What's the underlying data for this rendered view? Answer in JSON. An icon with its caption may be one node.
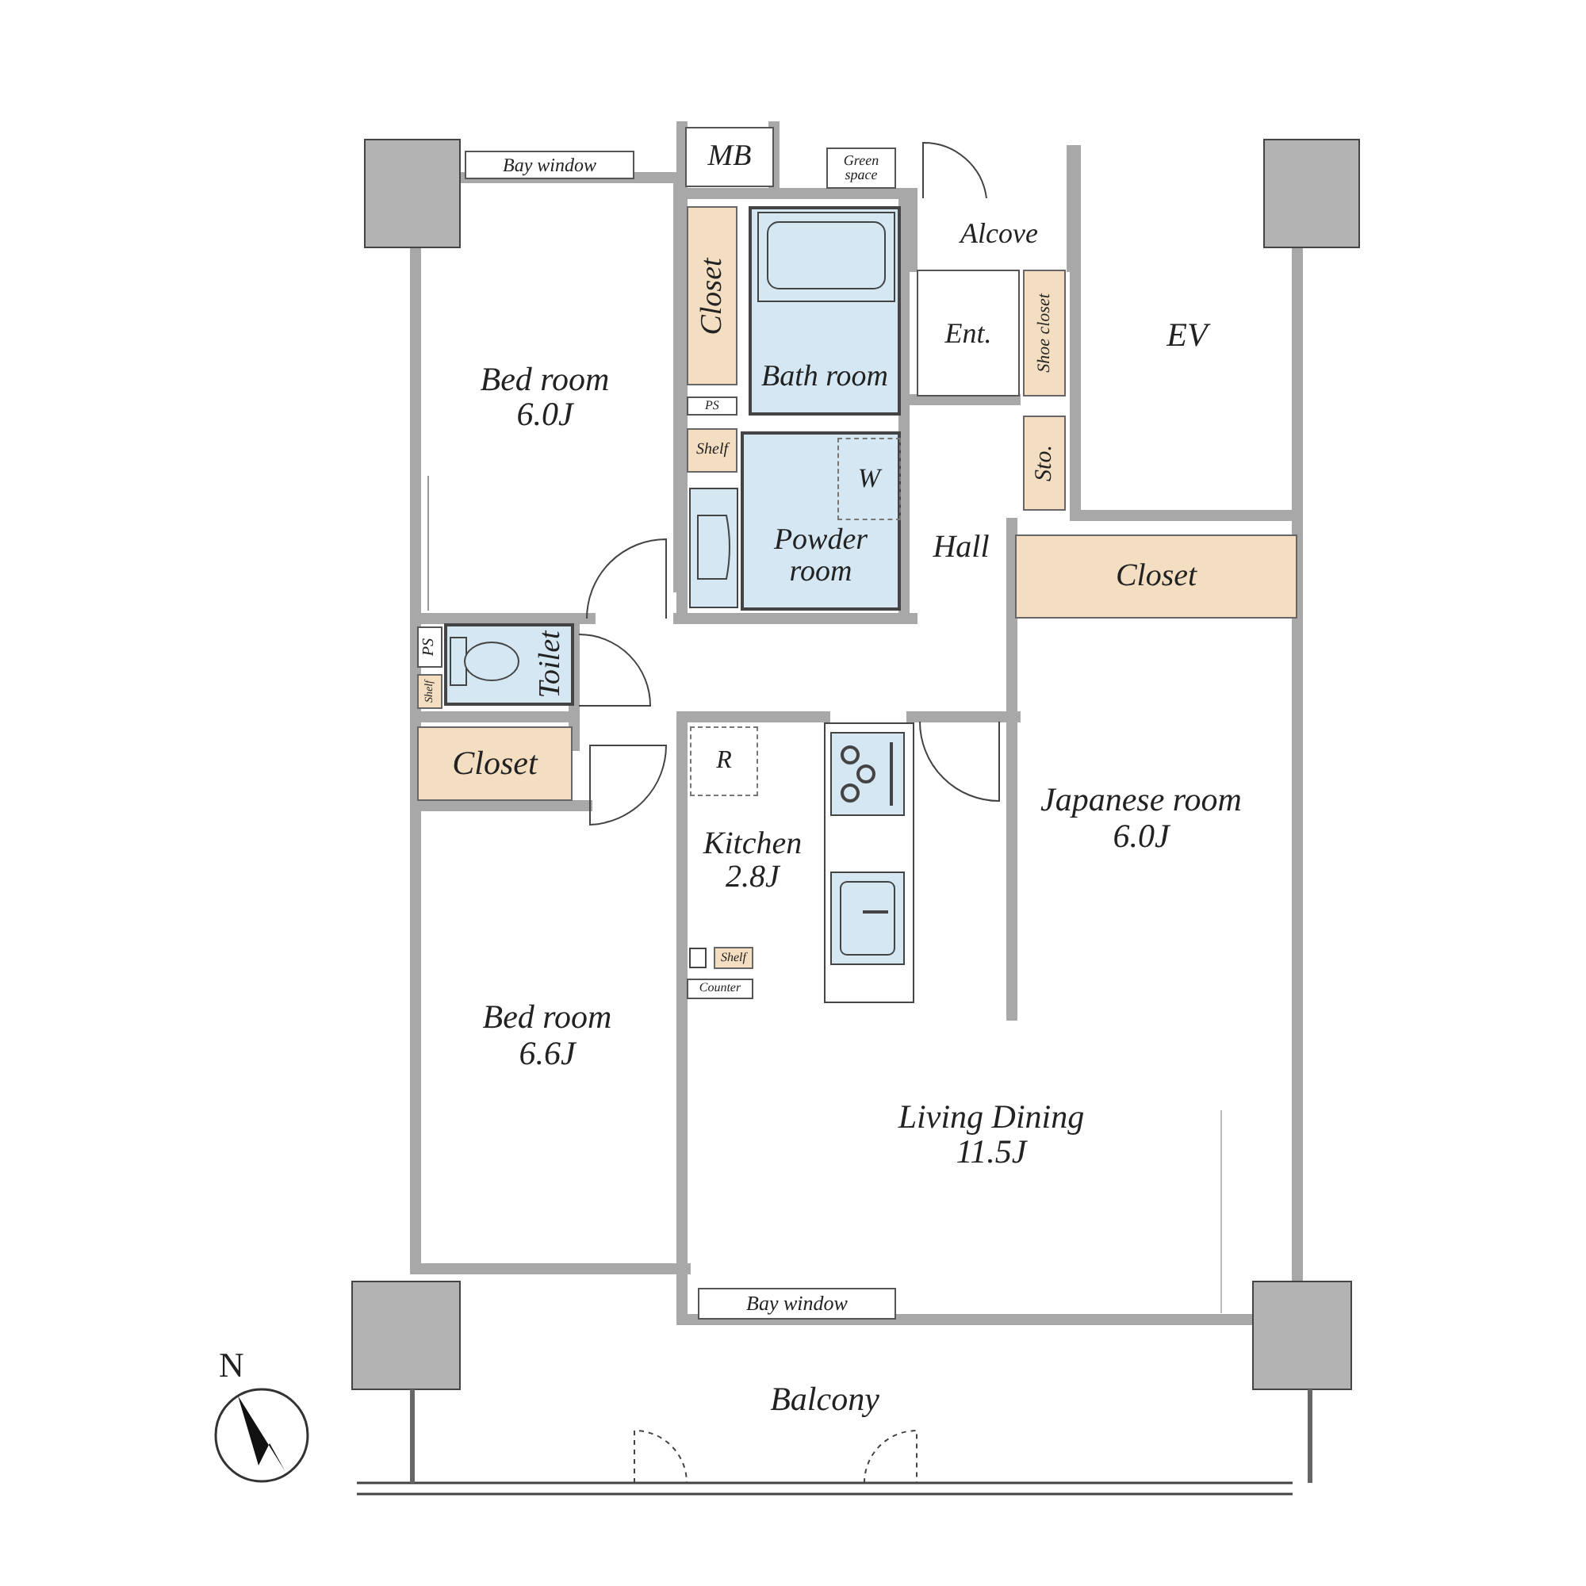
{
  "diagram": {
    "nodes": [
      {
        "text": [
          "Bay window"
        ]
      },
      {
        "text": [
          "MB"
        ]
      },
      {
        "text": [
          "Green space"
        ]
      },
      {
        "text": [
          "Closet"
        ]
      },
      {
        "text": [
          "Bath room"
        ]
      },
      {
        "text": [
          "Alcove"
        ]
      },
      {
        "text": [
          "Bed room",
          "6.0J"
        ]
      },
      {
        "text": [
          "Ent."
        ]
      },
      {
        "text": [
          "Shoe closet"
        ]
      },
      {
        "text": [
          "EV"
        ]
      },
      {
        "text": [
          "PS"
        ]
      },
      {
        "text": [
          "Shelf"
        ]
      },
      {
        "text": [
          "Powder room"
        ]
      },
      {
        "text": [
          "W"
        ],
        "in": 12
      },
      {
        "text": [
          "Sto."
        ]
      },
      {
        "text": [
          "Hall"
        ]
      },
      {
        "text": [
          "Closet"
        ]
      },
      {
        "text": [
          "PS"
        ]
      },
      {
        "text": [
          "Toilet"
        ]
      },
      {
        "text": [
          "Shelf"
        ]
      },
      {
        "text": [
          "Closet"
        ]
      },
      {
        "text": [
          "R"
        ],
        "in": 22
      },
      {
        "text": [
          "Kitchen",
          "2.8J"
        ]
      },
      {
        "text": [
          "Japanese room",
          "6.0J"
        ]
      },
      {
        "text": [
          "Shelf"
        ],
        "in": 22
      },
      {
        "text": [
          "Counter"
        ],
        "in": 22
      },
      {
        "text": [
          "Bed room",
          "6.6J"
        ]
      },
      {
        "text": [
          "Living Dining",
          "11.5J"
        ]
      },
      {
        "text": [
          "Bay window"
        ]
      },
      {
        "text": [
          "Balcony"
        ]
      }
    ],
    "labels": [
      "N"
    ]
  }
}
